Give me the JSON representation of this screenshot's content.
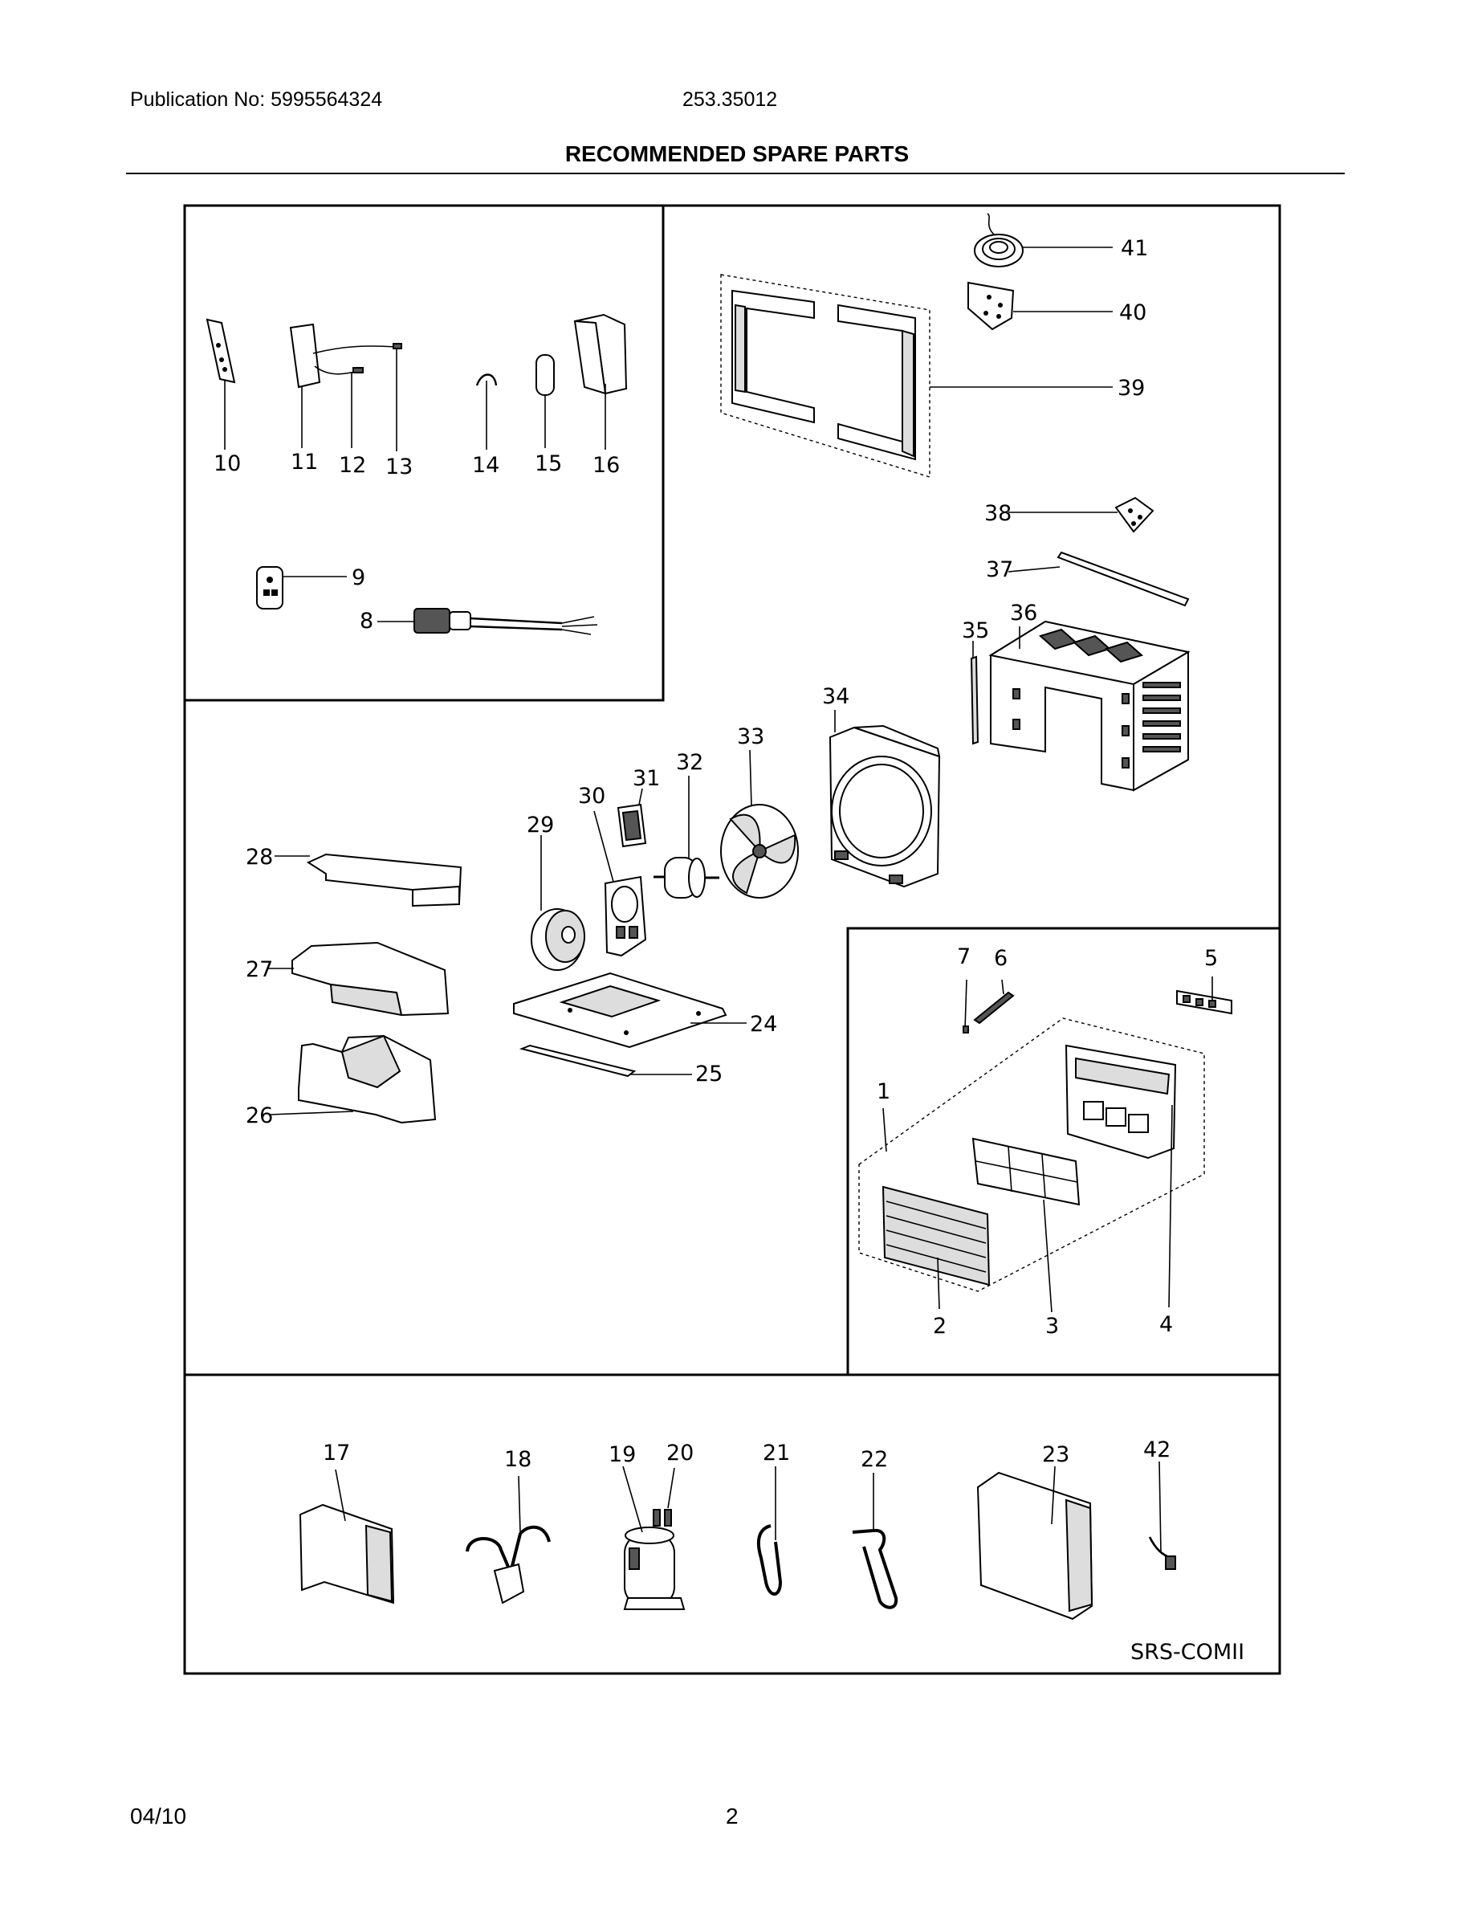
{
  "header": {
    "publication": "Publication No: 5995564324",
    "model": "253.35012",
    "title": "RECOMMENDED SPARE PARTS"
  },
  "diagram": {
    "code": "SRS-COMII",
    "parts": [
      {
        "id": "p1",
        "number": "1"
      },
      {
        "id": "p2",
        "number": "2"
      },
      {
        "id": "p3",
        "number": "3"
      },
      {
        "id": "p4",
        "number": "4"
      },
      {
        "id": "p5",
        "number": "5"
      },
      {
        "id": "p6",
        "number": "6"
      },
      {
        "id": "p7",
        "number": "7"
      },
      {
        "id": "p8",
        "number": "8"
      },
      {
        "id": "p9",
        "number": "9"
      },
      {
        "id": "p10",
        "number": "10"
      },
      {
        "id": "p11",
        "number": "11"
      },
      {
        "id": "p12",
        "number": "12"
      },
      {
        "id": "p13",
        "number": "13"
      },
      {
        "id": "p14",
        "number": "14"
      },
      {
        "id": "p15",
        "number": "15"
      },
      {
        "id": "p16",
        "number": "16"
      },
      {
        "id": "p17",
        "number": "17"
      },
      {
        "id": "p18",
        "number": "18"
      },
      {
        "id": "p19",
        "number": "19"
      },
      {
        "id": "p20",
        "number": "20"
      },
      {
        "id": "p21",
        "number": "21"
      },
      {
        "id": "p22",
        "number": "22"
      },
      {
        "id": "p23",
        "number": "23"
      },
      {
        "id": "p24",
        "number": "24"
      },
      {
        "id": "p25",
        "number": "25"
      },
      {
        "id": "p26",
        "number": "26"
      },
      {
        "id": "p27",
        "number": "27"
      },
      {
        "id": "p28",
        "number": "28"
      },
      {
        "id": "p29",
        "number": "29"
      },
      {
        "id": "p30",
        "number": "30"
      },
      {
        "id": "p31",
        "number": "31"
      },
      {
        "id": "p32",
        "number": "32"
      },
      {
        "id": "p33",
        "number": "33"
      },
      {
        "id": "p34",
        "number": "34"
      },
      {
        "id": "p35",
        "number": "35"
      },
      {
        "id": "p36",
        "number": "36"
      },
      {
        "id": "p37",
        "number": "37"
      },
      {
        "id": "p38",
        "number": "38"
      },
      {
        "id": "p39",
        "number": "39"
      },
      {
        "id": "p40",
        "number": "40"
      },
      {
        "id": "p41",
        "number": "41"
      },
      {
        "id": "p42",
        "number": "42"
      }
    ]
  },
  "footer": {
    "date": "04/10",
    "page": "2"
  }
}
